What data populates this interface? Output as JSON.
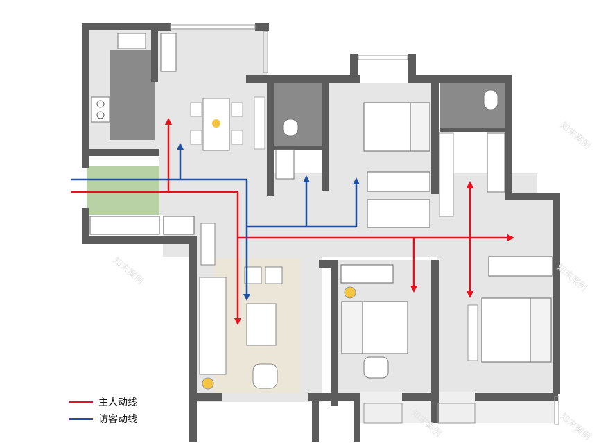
{
  "legend": {
    "owner_label": "主人动线",
    "guest_label": "访客动线"
  },
  "colors": {
    "owner_route": "#e8101c",
    "guest_route": "#1e4fa0",
    "wall": "#5c5c5c",
    "floor": "#e6e6e6",
    "bathroom": "#8a8a8a",
    "balcony_green": "#b9d2a5",
    "rug": "#ece6d8"
  },
  "watermark": "知末案例"
}
